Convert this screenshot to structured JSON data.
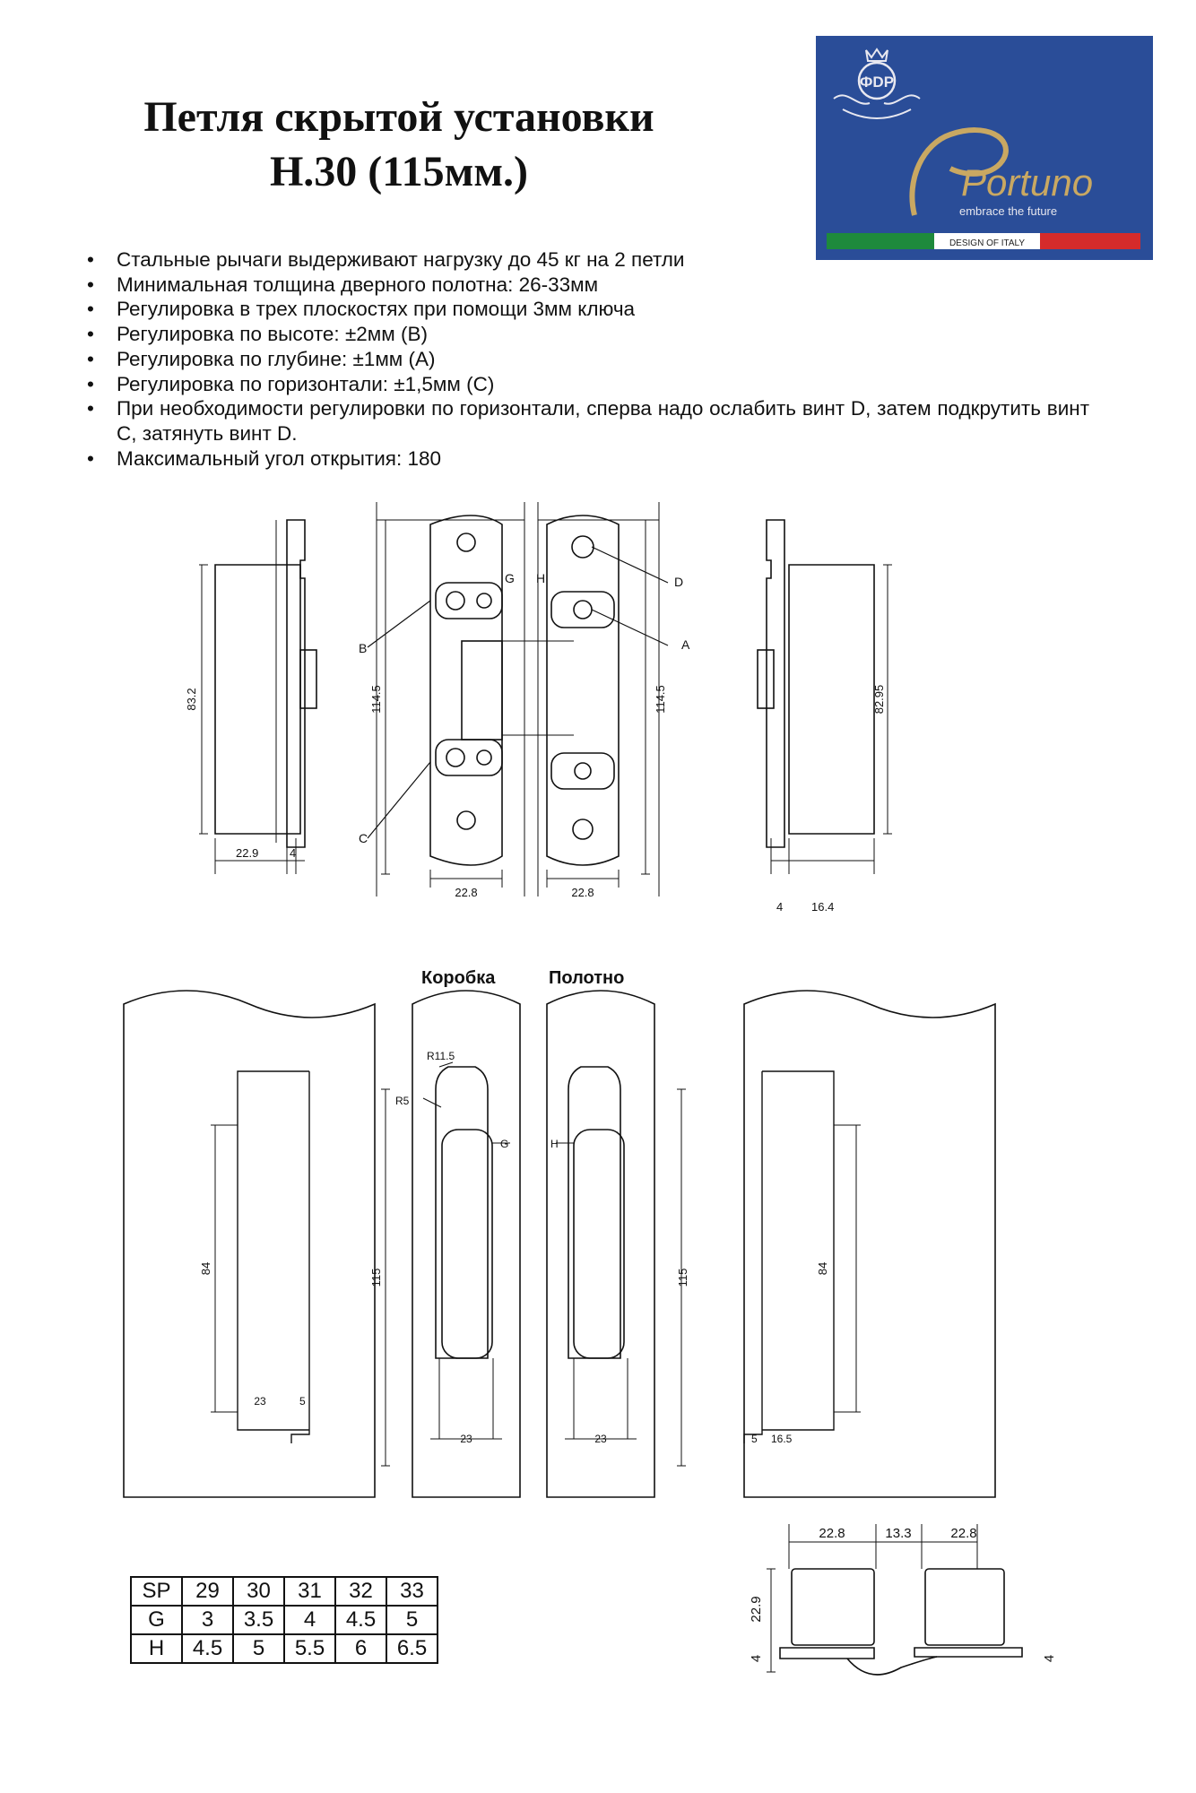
{
  "title": {
    "line1": "Петля скрытой установки",
    "line2": "H.30 (115мм.)"
  },
  "logo": {
    "monogram": "ФDP",
    "brand": "Portuno",
    "tagline": "embrace the future",
    "strip": "DESIGN OF ITALY",
    "colors": {
      "background": "#2a4d98",
      "gold": "#c9a862",
      "green": "#1e8a3c",
      "red": "#d52b2b"
    }
  },
  "bullets": [
    "Стальные рычаги выдерживают нагрузку до 45 кг на 2 петли",
    "Минимальная толщина дверного полотна: 26-33мм",
    "Регулировка в трех плоскостях при помощи 3мм ключа",
    "Регулировка по высоте: ±2мм (B)",
    "Регулировка по глубине: ±1мм (A)",
    "Регулировка по горизонтали: ±1,5мм (C)",
    "При необходимости регулировки по горизонтали, сперва надо ослабить винт D, затем подкрутить винт C, затянуть винт D.",
    "Максимальный угол открытия: 180"
  ],
  "drawing1": {
    "dims": {
      "h_left": "83.2",
      "h_mid_left": "114.5",
      "h_mid_right": "114.5",
      "h_right": "82.95",
      "w_left_a": "22.9",
      "w_left_b": "4",
      "w_mid_left": "22.8",
      "w_mid_right": "22.8",
      "w_right_a": "4",
      "w_right_b": "16.4"
    },
    "callouts": {
      "d": "D",
      "a": "A",
      "b": "B",
      "c": "C",
      "g": "G",
      "h": "H"
    }
  },
  "drawing2": {
    "labels": {
      "box": "Коробка",
      "leaf": "Полотно"
    },
    "dims": {
      "r1": "R11.5",
      "r2": "R5",
      "g": "G",
      "h": "H",
      "h_left": "84",
      "h_mid_left": "115",
      "h_mid_right": "115",
      "h_right": "84",
      "w_left_a": "23",
      "w_left_b": "5",
      "w_mid_left": "23",
      "w_mid_right": "23",
      "w_right_a": "5",
      "w_right_b": "16.5"
    }
  },
  "drawing3": {
    "dims": {
      "top_a": "22.8",
      "top_b": "13.3",
      "top_c": "22.8",
      "height": "22.9",
      "base_left": "4",
      "base_right": "4"
    }
  },
  "table": {
    "rows": [
      [
        "SP",
        "29",
        "30",
        "31",
        "32",
        "33"
      ],
      [
        "G",
        "3",
        "3.5",
        "4",
        "4.5",
        "5"
      ],
      [
        "H",
        "4.5",
        "5",
        "5.5",
        "6",
        "6.5"
      ]
    ]
  }
}
